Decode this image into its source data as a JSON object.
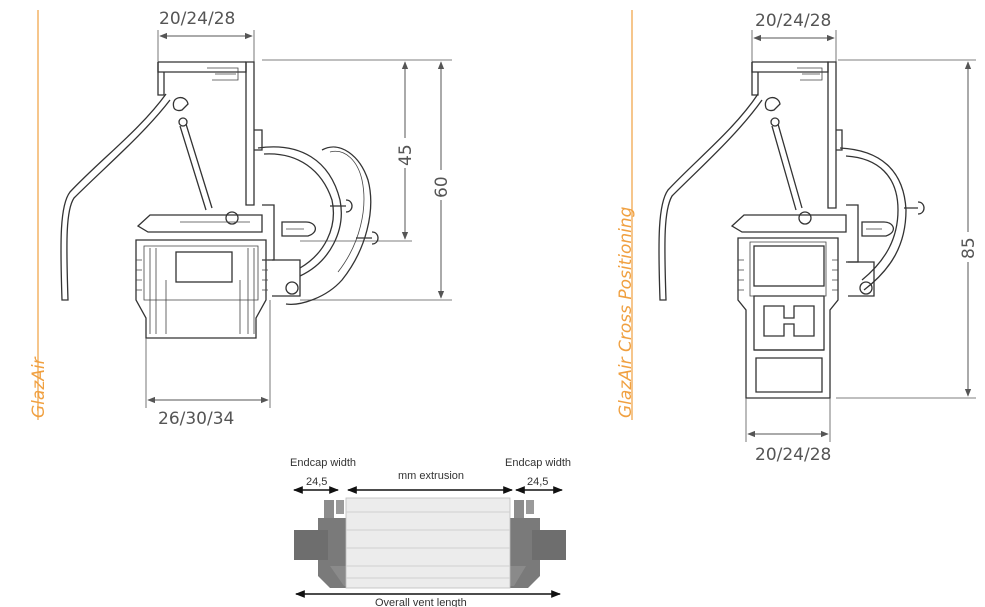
{
  "colors": {
    "accent": "#f0a040",
    "line": "#333333",
    "dim_text": "#555555",
    "endcap_dark": "#6e6e6e",
    "endcap_mid": "#8c8c8c",
    "extrusion": "#e8e8e8"
  },
  "left_section": {
    "label": "GlazAir",
    "top_dim": "20/24/28",
    "bottom_dim": "26/30/34",
    "inner_height_dim": "45",
    "outer_height_dim": "60"
  },
  "right_section": {
    "label": "GlazAir Cross Positioning",
    "top_dim": "20/24/28",
    "bottom_dim": "20/24/28",
    "height_dim": "85"
  },
  "vent_diagram": {
    "endcap_left_label": "Endcap width",
    "endcap_left_value": "24,5",
    "extrusion_label": "mm extrusion",
    "endcap_right_label": "Endcap width",
    "endcap_right_value": "24,5",
    "overall_label": "Overall vent length"
  }
}
